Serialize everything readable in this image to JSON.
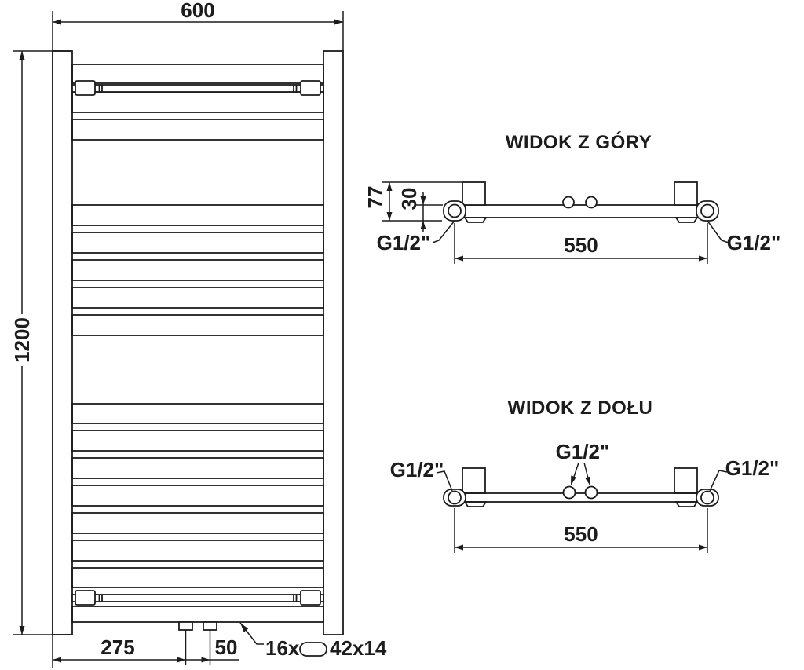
{
  "drawing": {
    "colors": {
      "line": "#1c1c1c",
      "background": "#ffffff"
    },
    "front_view": {
      "width": "600",
      "height": "1200",
      "bottom_offset": "275",
      "connection_spacing": "50",
      "rung_count": "16x",
      "rung_profile": "42x14"
    },
    "top_view": {
      "title": "WIDOK Z GÓRY",
      "depth": "77",
      "axis_depth": "30",
      "connection_span": "550",
      "thread_left": "G1/2\"",
      "thread_right": "G1/2\""
    },
    "bottom_view": {
      "title": "WIDOK Z DOŁU",
      "connection_span": "550",
      "thread_left": "G1/2\"",
      "thread_center": "G1/2\"",
      "thread_right": "G1/2\""
    }
  }
}
